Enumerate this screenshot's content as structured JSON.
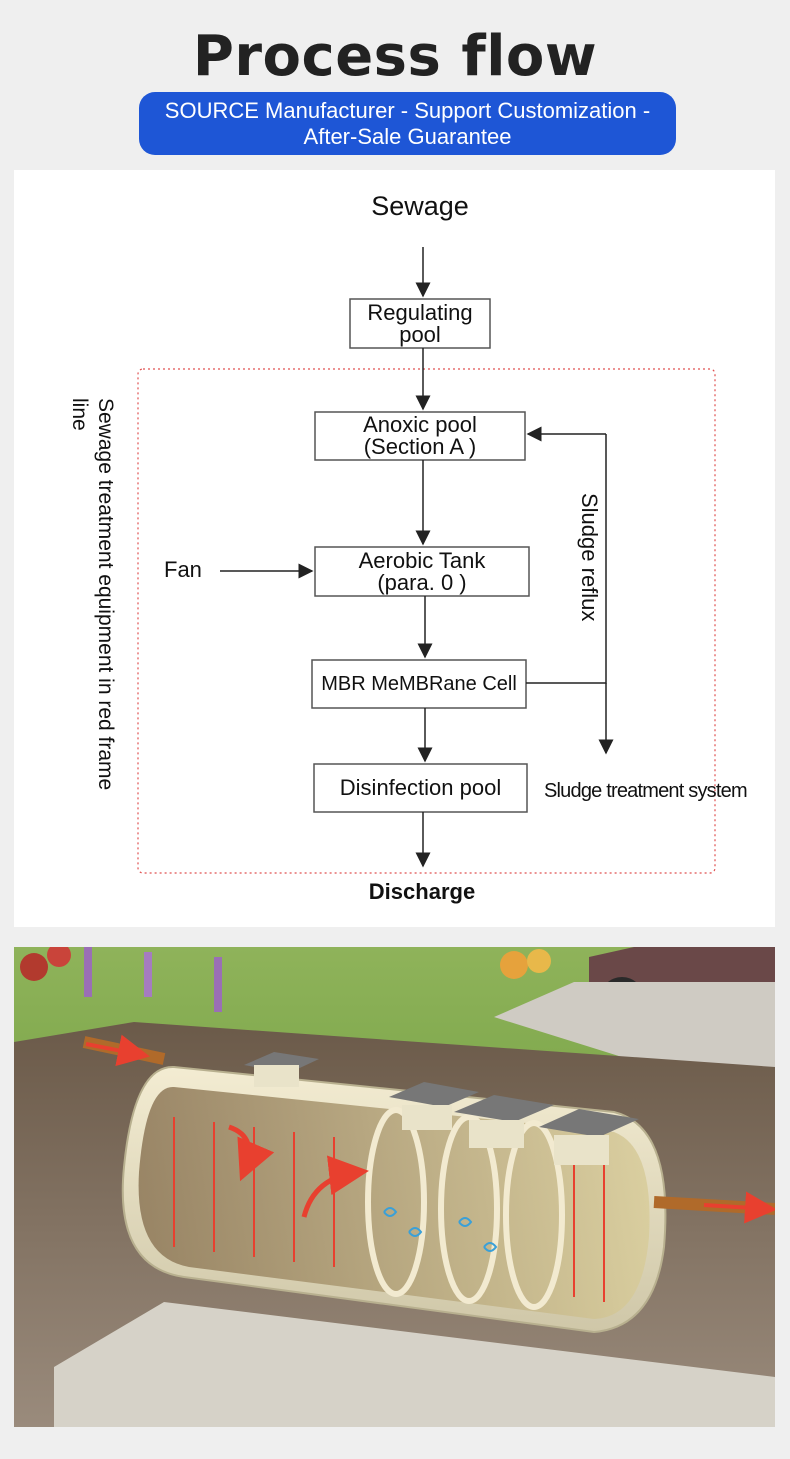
{
  "header": {
    "title": "Process flow",
    "banner": "SOURCE Manufacturer - Support Customization - After-Sale Guarantee"
  },
  "flow": {
    "input": "Sewage",
    "regulating": "Regulating pool",
    "anoxic": "Anoxic pool (Section A )",
    "aerobic": "Aerobic Tank (para. 0 )",
    "mbr": "MBR MeMBRane Cell",
    "disinfection": "Disinfection pool",
    "output": "Discharge",
    "fan": "Fan",
    "sludge_reflux": "Sludge reflux",
    "sludge_system": "Sludge treatment system",
    "frame_note": "Sewage treatment equipment in red frame line"
  },
  "colors": {
    "banner_bg": "#1e56d6",
    "red_frame": "#e05050",
    "arrow": "#222222"
  }
}
